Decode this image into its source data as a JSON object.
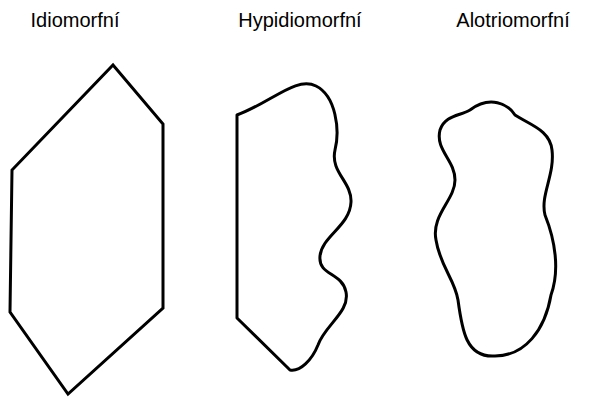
{
  "diagram": {
    "labels": [
      "Idiomorfní",
      "Hypidiomorfní",
      "Alotriomorfní"
    ]
  }
}
